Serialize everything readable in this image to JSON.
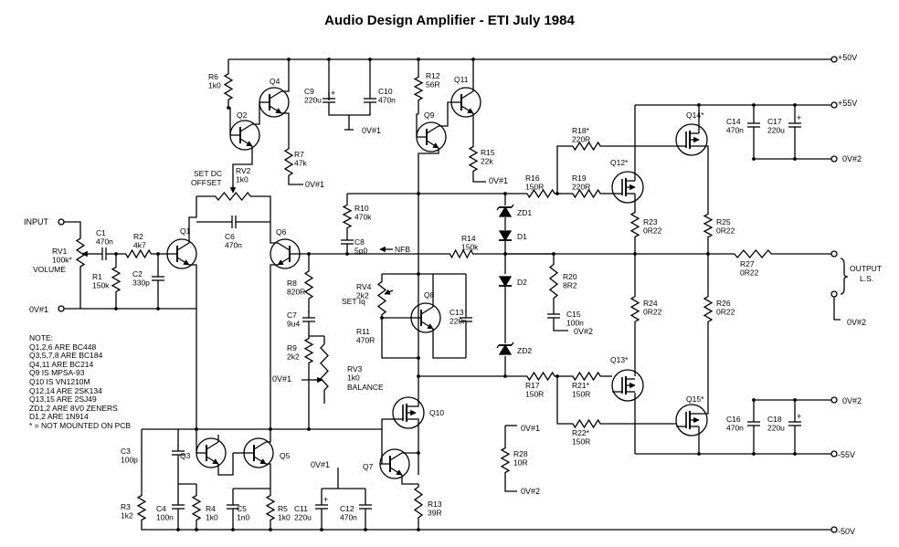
{
  "title": "Audio Design Amplifier - ETI July 1984",
  "rails": {
    "p50": "+50V",
    "p55": "+55V",
    "n55": "-55V",
    "n50": "-50V"
  },
  "grounds": {
    "g1": "0V#1",
    "g2": "0V#2"
  },
  "labels": {
    "input": "INPUT",
    "output": "OUTPUT",
    "ls": "L.S.",
    "nfb": "NFB",
    "set_dc": "SET DC",
    "offset": "OFFSET",
    "volume": "VOLUME",
    "set_iq": "SET Iq",
    "balance": "BALANCE"
  },
  "components": {
    "R6": [
      "R6",
      "1k0"
    ],
    "Q4": [
      "Q4"
    ],
    "Q2": [
      "Q2"
    ],
    "R7": [
      "R7",
      "47k"
    ],
    "C9": [
      "C9",
      "220u"
    ],
    "C10": [
      "C10",
      "470n"
    ],
    "R12": [
      "R12",
      "56R"
    ],
    "Q11": [
      "Q11"
    ],
    "Q9": [
      "Q9"
    ],
    "R15": [
      "R15",
      "22k"
    ],
    "R18": [
      "R18*",
      "220R"
    ],
    "R16": [
      "R16",
      "150R"
    ],
    "R19": [
      "R19",
      "220R"
    ],
    "Q12": [
      "Q12*"
    ],
    "Q14": [
      "Q14*"
    ],
    "C14": [
      "C14",
      "470n"
    ],
    "C17": [
      "C17",
      "220u"
    ],
    "RV2": [
      "RV2",
      "1k0"
    ],
    "C6": [
      "C6",
      "470n"
    ],
    "Q1": [
      "Q1"
    ],
    "Q6": [
      "Q6"
    ],
    "C1": [
      "C1",
      "470n"
    ],
    "R2": [
      "R2",
      "4k7"
    ],
    "RV1": [
      "RV1",
      "100k*"
    ],
    "R1": [
      "R1",
      "150k"
    ],
    "C2": [
      "C2",
      "330p"
    ],
    "R10": [
      "R10",
      "470k"
    ],
    "C8": [
      "C8",
      "5p0"
    ],
    "R14": [
      "R14",
      "150k"
    ],
    "ZD1": [
      "ZD1"
    ],
    "D1": [
      "D1"
    ],
    "D2": [
      "D2"
    ],
    "ZD2": [
      "ZD2"
    ],
    "R20": [
      "R20",
      "8R2"
    ],
    "C15": [
      "C15",
      "100n"
    ],
    "R23": [
      "R23",
      "0R22"
    ],
    "R25": [
      "R25",
      "0R22"
    ],
    "R27": [
      "R27",
      "0R22"
    ],
    "R24": [
      "R24",
      "0R22"
    ],
    "R26": [
      "R26",
      "0R22"
    ],
    "R8": [
      "R8",
      "820R"
    ],
    "C7": [
      "C7",
      "9u4"
    ],
    "R9": [
      "R9",
      "2k2"
    ],
    "RV3": [
      "RV3",
      "1k0"
    ],
    "RV4": [
      "RV4",
      "2k2"
    ],
    "Q8": [
      "Q8"
    ],
    "R11": [
      "R11",
      "470R"
    ],
    "C13": [
      "C13",
      "220n"
    ],
    "Q10": [
      "Q10"
    ],
    "Q7": [
      "Q7"
    ],
    "R13": [
      "R13",
      "39R"
    ],
    "R17": [
      "R17",
      "150R"
    ],
    "R21": [
      "R21*",
      "150R"
    ],
    "R22": [
      "R22*",
      "150R"
    ],
    "Q13": [
      "Q13*"
    ],
    "Q15": [
      "Q15*"
    ],
    "R28": [
      "R28",
      "10R"
    ],
    "C16": [
      "C16",
      "470n"
    ],
    "C18": [
      "C18",
      "220u"
    ],
    "C3": [
      "C3",
      "100p"
    ],
    "Q3": [
      "Q3"
    ],
    "Q5": [
      "Q5"
    ],
    "R3": [
      "R3",
      "1k2"
    ],
    "C4": [
      "C4",
      "100n"
    ],
    "R4": [
      "R4",
      "1k0"
    ],
    "C5": [
      "C5",
      "1n0"
    ],
    "R5": [
      "R5",
      "1k0"
    ],
    "C11": [
      "C11",
      "220u"
    ],
    "C12": [
      "C12",
      "470n"
    ]
  },
  "notes": [
    "NOTE:",
    "Q1,2,6 ARE BC448",
    "Q3,5,7,8 ARE BC184",
    "Q4,11 ARE BC214",
    "Q9 IS MPSA-93",
    "Q10 IS VN1210M",
    "Q12,14 ARE 2SK134",
    "Q13,15 ARE 2SJ49",
    "ZD1,2 ARE 8V0 ZENERS",
    "D1,2 ARE 1N914",
    "* = NOT MOUNTED ON PCB"
  ]
}
